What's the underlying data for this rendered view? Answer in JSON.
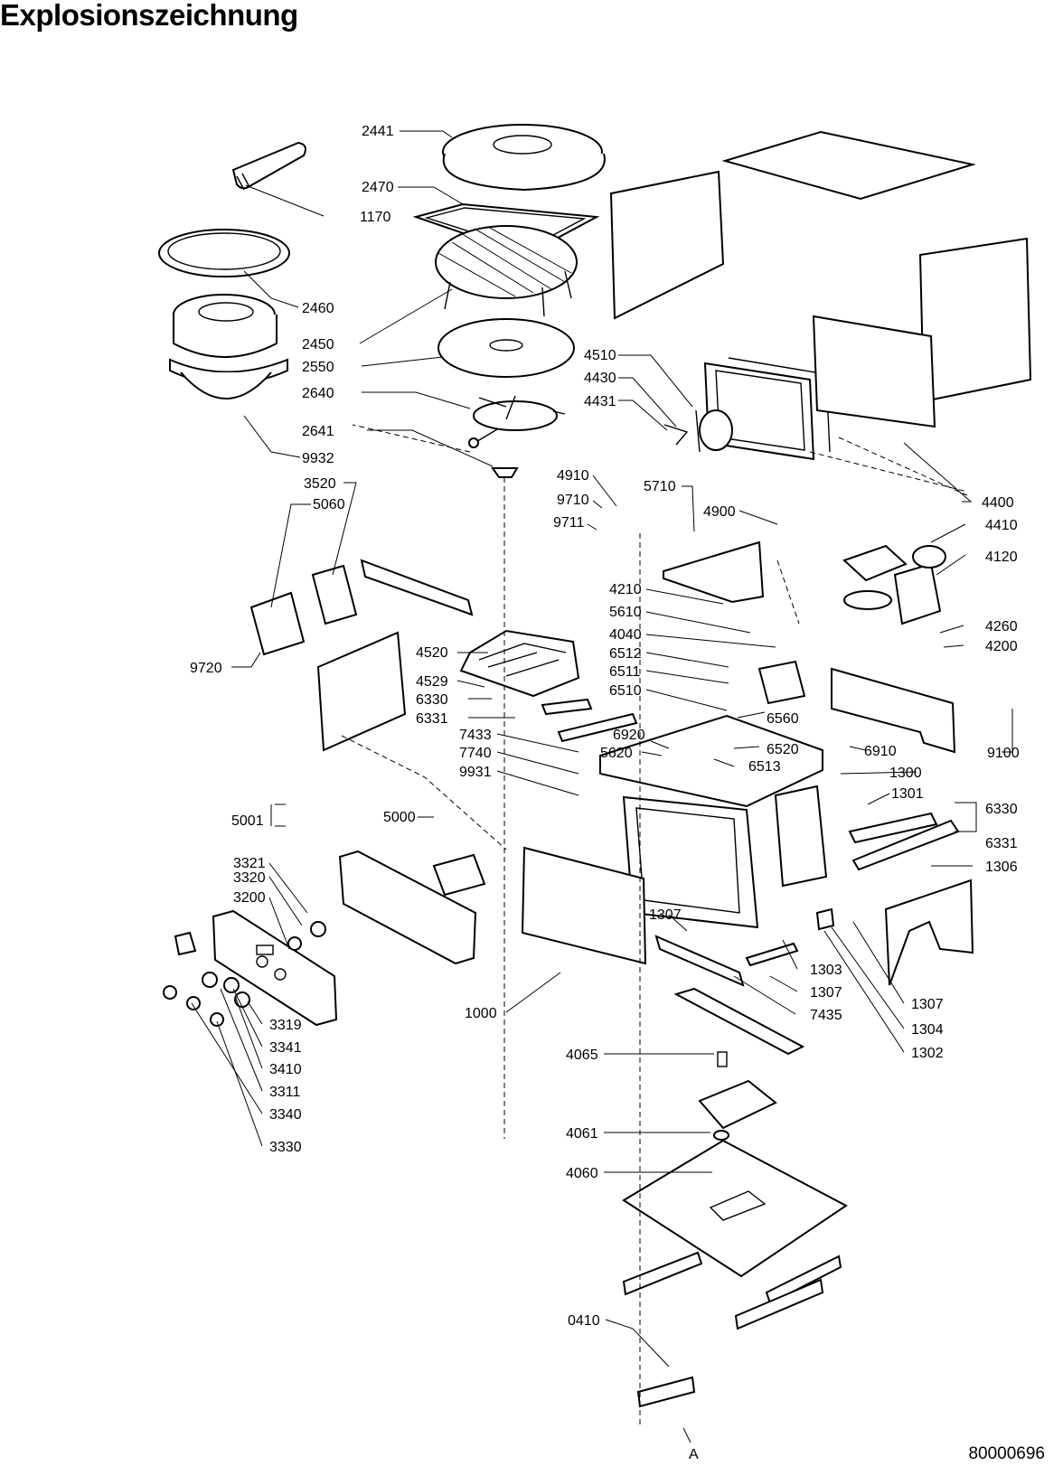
{
  "title": "Explosionszeichnung",
  "drawing_number": "80000696",
  "axis_marker": "A",
  "callouts": [
    "2441",
    "2470",
    "1170",
    "2460",
    "2450",
    "2550",
    "2640",
    "2641",
    "9932",
    "3520",
    "5060",
    "9720",
    "4510",
    "4430",
    "4431",
    "4910",
    "9710",
    "9711",
    "5710",
    "4900",
    "4400",
    "4410",
    "4120",
    "4260",
    "4200",
    "9100",
    "4210",
    "5610",
    "4040",
    "6512",
    "6511",
    "6510",
    "6560",
    "6520",
    "6513",
    "4520",
    "4529",
    "6330",
    "6331",
    "7433",
    "7740",
    "9931",
    "6920",
    "5620",
    "6910",
    "1300",
    "1301",
    "6330",
    "6331",
    "1306",
    "5001",
    "5000",
    "3321",
    "3320",
    "3200",
    "1307",
    "1303",
    "1307",
    "7435",
    "1307",
    "1304",
    "1302",
    "3319",
    "3341",
    "3410",
    "3311",
    "3340",
    "3330",
    "1000",
    "4065",
    "4061",
    "4060",
    "0410"
  ]
}
